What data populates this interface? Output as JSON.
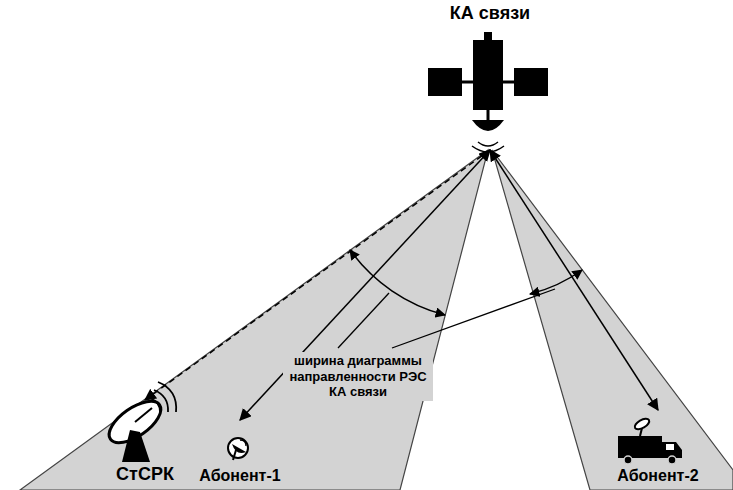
{
  "diagram": {
    "nodes": [
      {
        "text": [
          "КА связи"
        ]
      },
      {
        "text": [
          "СтСРК"
        ]
      },
      {
        "text": [
          "Абонент-1"
        ]
      },
      {
        "text": [
          "Абонент-2"
        ]
      }
    ],
    "edges": [
      {
        "from": 0,
        "to": 1,
        "arrow": "to"
      },
      {
        "from": 0,
        "to": 2,
        "arrow": "both"
      },
      {
        "from": 0,
        "to": 3,
        "arrow": "both"
      }
    ],
    "labels": [
      "ширина диаграммы направленности РЭС КА связи"
    ]
  }
}
